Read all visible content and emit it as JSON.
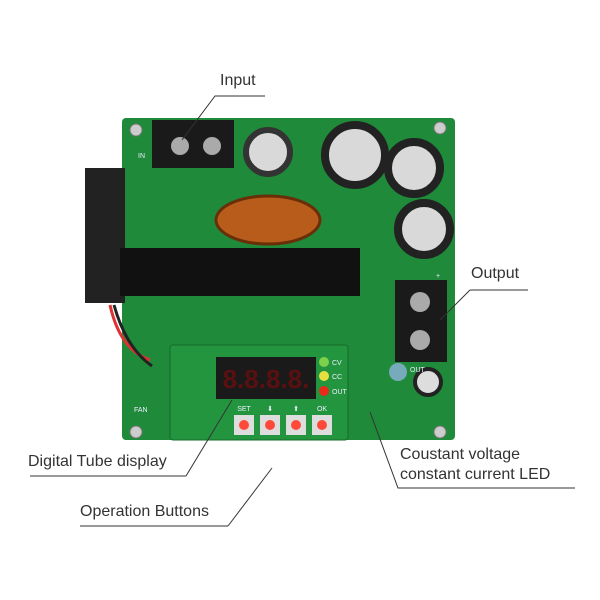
{
  "callouts": {
    "input": "Input",
    "output": "Output",
    "digital_tube": "Digital Tube display",
    "operation_buttons": "Operation Buttons",
    "cv_cc_led_line1": "Coustant voltage",
    "cv_cc_led_line2": "constant current LED"
  },
  "board": {
    "display_digits": "8.8.8.8.",
    "button_labels": [
      "SET",
      "⬇",
      "⬆",
      "OK"
    ],
    "led_labels": [
      "CV",
      "CC",
      "OUT"
    ],
    "silk_in": "IN",
    "silk_out": "OUT",
    "silk_fan": "FAN",
    "silk_plus": "+"
  },
  "colors": {
    "pcb": "#1f8a3a",
    "pcb_dark": "#146b2b",
    "display_bg": "#1a1a1a",
    "segment": "#5a1010",
    "button": "#ff4a3a"
  }
}
